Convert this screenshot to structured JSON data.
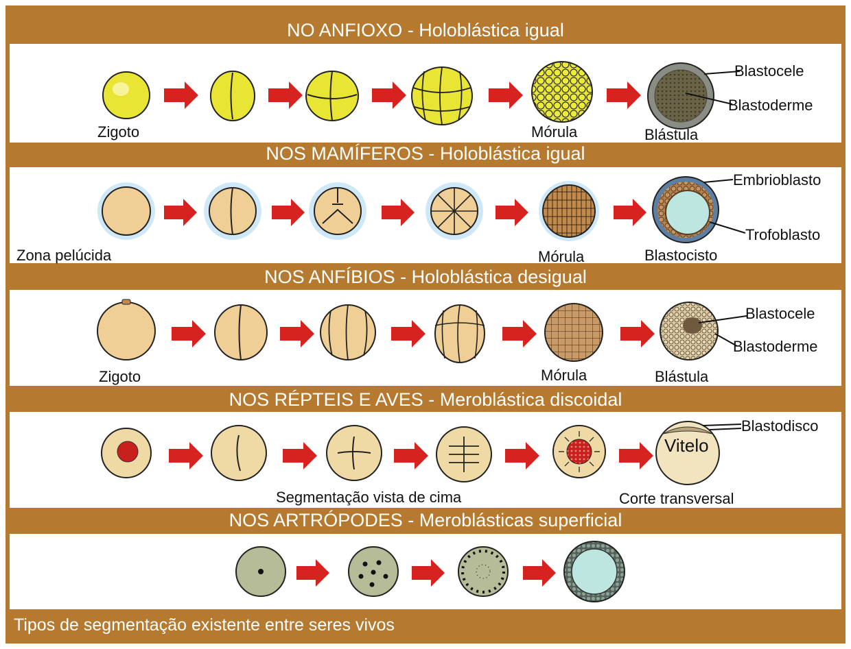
{
  "caption": "Tipos de segmentação existente entre seres vivos",
  "colors": {
    "band": "#b57a30",
    "arrow": "#d7231f",
    "yellow_cell": "#e9e534",
    "tan_cell": "#efcf96",
    "zona": "#bfe0f5",
    "blastocoel_fluid": "#bde6e0",
    "gray_green": "#b6bc97",
    "red_nucleus": "#c8201d"
  },
  "sections": [
    {
      "title": "NO ANFIOXO - Holoblástica igual",
      "stages": [
        "zigoto",
        "2-cell",
        "4-cell",
        "8-cell",
        "morula",
        "blastula"
      ],
      "labels": [
        "Zigoto",
        "Mórula",
        "Blástula"
      ],
      "callouts": [
        "Blastocele",
        "Blastoderme"
      ]
    },
    {
      "title": "NOS MAMÍFEROS - Holoblástica igual",
      "stages": [
        "zigoto",
        "2-cell",
        "4-cell",
        "8-cell",
        "morula",
        "blastocyst"
      ],
      "labels": [
        "Zona pelúcida",
        "Mórula",
        "Blastocisto"
      ],
      "callouts": [
        "Embrioblasto",
        "Trofoblasto"
      ]
    },
    {
      "title": "NOS ANFÍBIOS - Holoblástica desigual",
      "stages": [
        "zigoto",
        "2-cell",
        "4-cell",
        "8-cell",
        "morula",
        "blastula"
      ],
      "labels": [
        "Zigoto",
        "Mórula",
        "Blástula"
      ],
      "callouts": [
        "Blastocele",
        "Blastoderme"
      ]
    },
    {
      "title": "NOS RÉPTEIS E AVES - Meroblástica discoidal",
      "stages": [
        "zigoto",
        "2-cell",
        "4-cell",
        "8-cell",
        "multicell",
        "section"
      ],
      "labels": [
        "Segmentação vista de cima",
        "Corte transversal"
      ],
      "callouts": [
        "Blastodisco",
        "Vitelo"
      ]
    },
    {
      "title": "NOS ARTRÓPODES - Meroblásticas superficial",
      "stages": [
        "zigoto",
        "nuclei",
        "syncytial",
        "blastoderm"
      ],
      "labels": [],
      "callouts": []
    }
  ]
}
